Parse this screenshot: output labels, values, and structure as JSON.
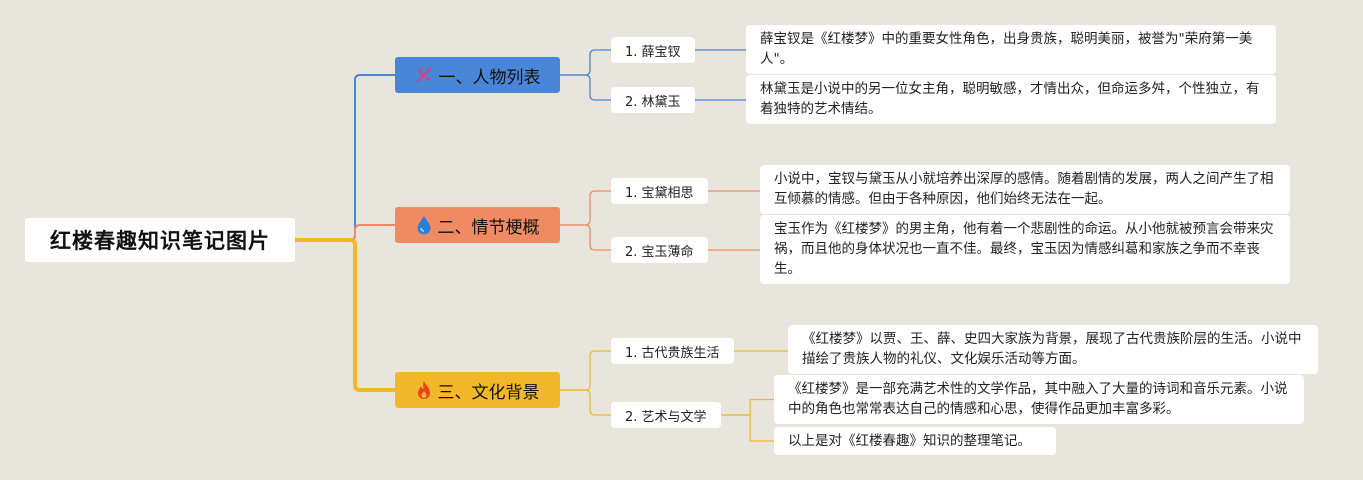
{
  "root": {
    "title": "红楼春趣知识笔记图片"
  },
  "colors": {
    "blue": "#4a86d8",
    "orange": "#ef8a62",
    "yellow": "#f3b829",
    "background": "#e8e5dc"
  },
  "branches": [
    {
      "label": "一、人物列表",
      "icon": "sparkle-icon",
      "items": [
        {
          "label": "1. 薛宝钗",
          "notes": [
            "薛宝钗是《红楼梦》中的重要女性角色，出身贵族，聪明美丽，被誉为\"荣府第一美人\"。"
          ]
        },
        {
          "label": "2. 林黛玉",
          "notes": [
            "林黛玉是小说中的另一位女主角，聪明敏感，才情出众，但命运多舛，个性独立，有着独特的艺术情结。"
          ]
        }
      ]
    },
    {
      "label": "二、情节梗概",
      "icon": "water-drop-icon",
      "items": [
        {
          "label": "1. 宝黛相思",
          "notes": [
            "小说中，宝钗与黛玉从小就培养出深厚的感情。随着剧情的发展，两人之间产生了相互倾慕的情感。但由于各种原因，他们始终无法在一起。"
          ]
        },
        {
          "label": "2. 宝玉薄命",
          "notes": [
            "宝玉作为《红楼梦》的男主角，他有着一个悲剧性的命运。从小他就被预言会带来灾祸，而且他的身体状况也一直不佳。最终，宝玉因为情感纠葛和家族之争而不幸丧生。"
          ]
        }
      ]
    },
    {
      "label": "三、文化背景",
      "icon": "fire-icon",
      "items": [
        {
          "label": "1. 古代贵族生活",
          "notes": [
            "《红楼梦》以贾、王、薛、史四大家族为背景，展现了古代贵族阶层的生活。小说中描绘了贵族人物的礼仪、文化娱乐活动等方面。"
          ]
        },
        {
          "label": "2. 艺术与文学",
          "notes": [
            "《红楼梦》是一部充满艺术性的文学作品，其中融入了大量的诗词和音乐元素。小说中的角色也常常表达自己的情感和心思，使得作品更加丰富多彩。",
            "以上是对《红楼春趣》知识的整理笔记。"
          ]
        }
      ]
    }
  ]
}
